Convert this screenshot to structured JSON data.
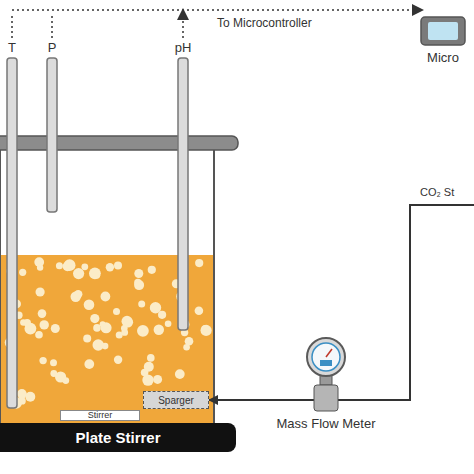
{
  "diagram": {
    "nodes": [
      {
        "text": [
          "Micro"
        ]
      },
      {
        "text": [
          "Sparger"
        ]
      },
      {
        "text": [
          "Stirrer"
        ]
      },
      {
        "text": [
          "Mass Flow Meter"
        ]
      },
      {
        "text": [
          "Plate Stirrer"
        ]
      }
    ],
    "edges": [
      {
        "from": 3,
        "to": 1,
        "arrow": "to"
      }
    ],
    "labels": [
      "T",
      "P",
      "pH",
      "To Microcontroller",
      "CO₂ St"
    ]
  }
}
